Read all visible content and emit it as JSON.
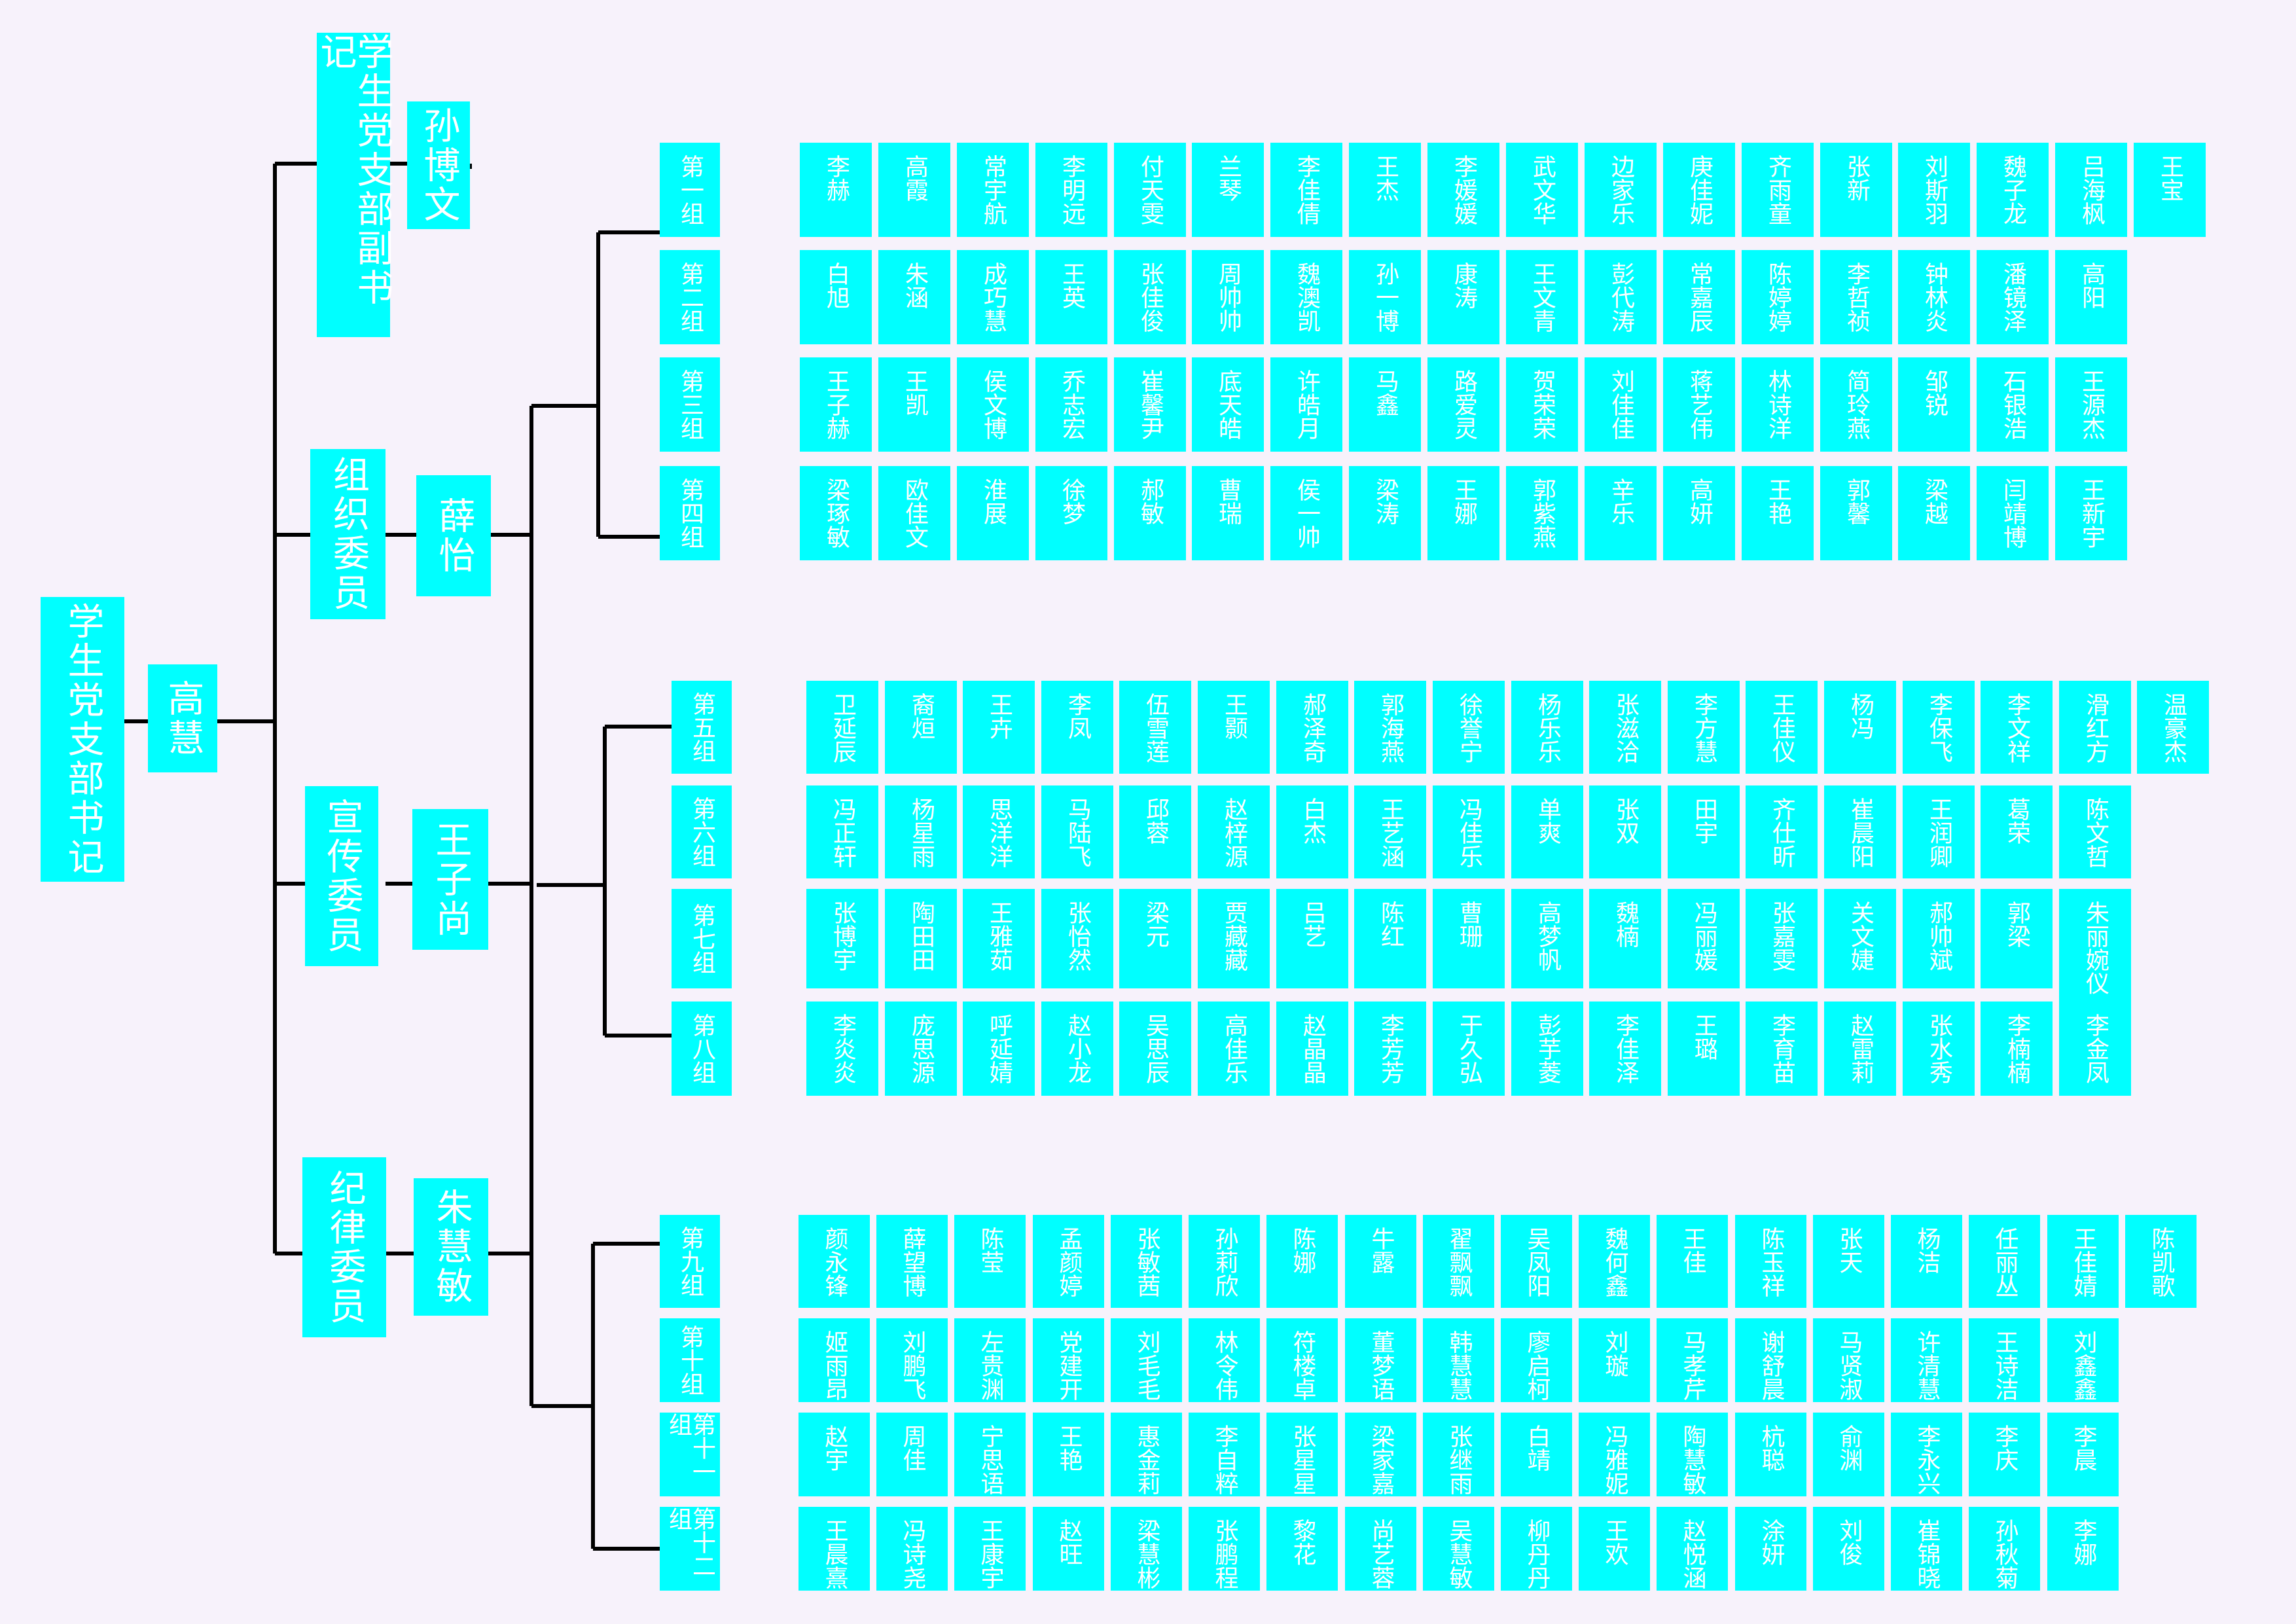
{
  "colors": {
    "box": "#00ffff",
    "text": "#ffffff",
    "line": "#000000",
    "background": "#f7f2fb"
  },
  "secretary": {
    "title": "学生党支部书记",
    "name": "高慧"
  },
  "committee": [
    {
      "title": "学生党支部副书记",
      "name": "孙博文"
    },
    {
      "title": "组织委员",
      "name": "薛怡"
    },
    {
      "title": "宣传委员",
      "name": "王子尚"
    },
    {
      "title": "纪律委员",
      "name": "朱慧敏"
    }
  ],
  "groups": [
    {
      "label": "第一组",
      "members": [
        "李赫",
        "高霞",
        "常宇航",
        "李明远",
        "付天雯",
        "兰琴",
        "李佳倩",
        "王杰",
        "李媛媛",
        "武文华",
        "边家乐",
        "庚佳妮",
        "齐雨童",
        "张新",
        "刘斯羽",
        "魏子龙",
        "吕海枫",
        "王宝"
      ]
    },
    {
      "label": "第二组",
      "members": [
        "白旭",
        "朱涵",
        "成巧慧",
        "王英",
        "张佳俊",
        "周帅帅",
        "魏澳凯",
        "孙一博",
        "康涛",
        "王文青",
        "彭代涛",
        "常嘉辰",
        "陈婷婷",
        "李哲祯",
        "钟林炎",
        "潘镜泽",
        "高阳"
      ]
    },
    {
      "label": "第三组",
      "members": [
        "王子赫",
        "王凯",
        "侯文博",
        "乔志宏",
        "崔馨尹",
        "底天皓",
        "许皓月",
        "马鑫",
        "路爱灵",
        "贺荣荣",
        "刘佳佳",
        "蒋艺伟",
        "林诗洋",
        "简玲燕",
        "邹锐",
        "石银浩",
        "王源杰"
      ]
    },
    {
      "label": "第四组",
      "members": [
        "梁琢敏",
        "欧佳文",
        "淮展",
        "徐梦",
        "郝敏",
        "曹瑞",
        "侯一帅",
        "梁涛",
        "王娜",
        "郭紫燕",
        "辛乐",
        "高妍",
        "王艳",
        "郭馨",
        "梁越",
        "闫靖博",
        "王新宇"
      ]
    },
    {
      "label": "第五组",
      "members": [
        "卫延辰",
        "裔烜",
        "王卉",
        "李凤",
        "伍雪莲",
        "王颢",
        "郝泽奇",
        "郭海燕",
        "徐誉宁",
        "杨乐乐",
        "张滋洽",
        "李方慧",
        "王佳仪",
        "杨冯",
        "李保飞",
        "李文祥",
        "滑红方",
        "温豪杰"
      ]
    },
    {
      "label": "第六组",
      "members": [
        "冯正轩",
        "杨星雨",
        "思洋洋",
        "马陆飞",
        "邱蓉",
        "赵梓源",
        "白杰",
        "王艺涵",
        "冯佳乐",
        "单爽",
        "张双",
        "田宇",
        "齐仕昕",
        "崔晨阳",
        "王润卿",
        "葛荣",
        "陈文哲"
      ]
    },
    {
      "label": "第七组",
      "members": [
        "张博宇",
        "陶田田",
        "王雅茹",
        "张怡然",
        "梁元",
        "贾藏藏",
        "吕艺",
        "陈红",
        "曹珊",
        "高梦帆",
        "魏楠",
        "冯丽媛",
        "张嘉雯",
        "关文婕",
        "郝帅斌",
        "郭梁",
        "朱丽婉仪"
      ]
    },
    {
      "label": "第八组",
      "members": [
        "李炎炎",
        "庞思源",
        "呼延婧",
        "赵小龙",
        "吴思辰",
        "高佳乐",
        "赵晶晶",
        "李芳芳",
        "于久弘",
        "彭芋菱",
        "李佳泽",
        "王璐",
        "李育苗",
        "赵雷莉",
        "张水秀",
        "李楠楠",
        "李金凤"
      ]
    },
    {
      "label": "第九组",
      "members": [
        "颜永锋",
        "薛望博",
        "陈莹",
        "孟颜婷",
        "张敏茜",
        "孙莉欣",
        "陈娜",
        "牛露",
        "翟飘飘",
        "吴凤阳",
        "魏何鑫",
        "王佳",
        "陈玉祥",
        "张天",
        "杨洁",
        "任丽丛",
        "王佳婧",
        "陈凯歌"
      ]
    },
    {
      "label": "第十组",
      "members": [
        "姬雨昂",
        "刘鹏飞",
        "左贵渊",
        "党建开",
        "刘毛毛",
        "林令伟",
        "符楼卓",
        "董梦语",
        "韩慧慧",
        "廖启柯",
        "刘璇",
        "马孝芹",
        "谢舒晨",
        "马贤淑",
        "许清慧",
        "王诗洁",
        "刘鑫鑫"
      ]
    },
    {
      "label": "第十一组",
      "members": [
        "赵宇",
        "周佳",
        "宁思语",
        "王艳",
        "惠金莉",
        "李自粹",
        "张星星",
        "梁家嘉",
        "张继雨",
        "白靖",
        "冯雅妮",
        "陶慧敏",
        "杭聪",
        "俞渊",
        "李永兴",
        "李庆",
        "李晨"
      ]
    },
    {
      "label": "第十二组",
      "members": [
        "王晨熹",
        "冯诗尧",
        "王康宇",
        "赵旺",
        "梁慧彬",
        "张鹏程",
        "黎花",
        "尚艺蓉",
        "吴慧敏",
        "柳丹丹",
        "王欢",
        "赵悦涵",
        "涂妍",
        "刘俊",
        "崔锦晓",
        "孙秋菊",
        "李娜"
      ]
    }
  ]
}
